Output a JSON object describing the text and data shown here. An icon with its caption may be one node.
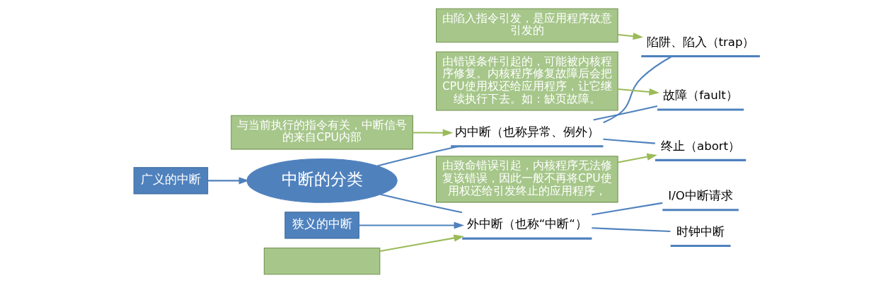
{
  "diagram": {
    "nodes": [
      {
        "text": [
          "中断的分类"
        ]
      },
      {
        "text": [
          "广义的中断"
        ]
      },
      {
        "text": [
          "内中断（也称异常、例外）"
        ]
      },
      {
        "text": [
          "与当前执行的指令有关，中断信号的来自CPU内部"
        ]
      },
      {
        "text": [
          "陷阱、陷入（trap）"
        ]
      },
      {
        "text": [
          "由陷入指令引发，是应用程序故意引发的"
        ]
      },
      {
        "text": [
          "故障（fault）"
        ]
      },
      {
        "text": [
          "由错误条件引起的，可能被内核程序修复。内核程序修复故障后会把CPU使用权还给应用程序，让它继续执行下去。如：缺页故障。"
        ]
      },
      {
        "text": [
          "终止（abort）"
        ]
      },
      {
        "text": [
          "由致命错误引起，内核程序无法修复该错误，因此一般不再将CPU使用权还给引发终止的应用程序，"
        ]
      },
      {
        "text": [
          "外中断（也称“中断“）"
        ]
      },
      {
        "text": [
          "狭义的中断"
        ]
      },
      {
        "text": [
          "时钟中断"
        ]
      },
      {
        "text": [
          "I/O中断请求"
        ]
      },
      {
        "text": [],
        "shape": "box"
      }
    ],
    "edges": [
      {
        "from": 0,
        "to": 2,
        "arrow": "none"
      },
      {
        "from": 0,
        "to": 10,
        "arrow": "none"
      },
      {
        "from": 2,
        "to": 4,
        "arrow": "none"
      },
      {
        "from": 2,
        "to": 6,
        "arrow": "none"
      },
      {
        "from": 2,
        "to": 8,
        "arrow": "none"
      },
      {
        "from": 10,
        "to": 12,
        "arrow": "none"
      },
      {
        "from": 10,
        "to": 13,
        "arrow": "none"
      },
      {
        "from": 1,
        "to": 0,
        "arrow": "to"
      },
      {
        "from": 3,
        "to": 2,
        "arrow": "to",
        "color": "#9bbb59"
      },
      {
        "from": 5,
        "to": 4,
        "arrow": "to",
        "color": "#9bbb59"
      },
      {
        "from": 7,
        "to": 6,
        "arrow": "to",
        "color": "#9bbb59"
      },
      {
        "from": 9,
        "to": 8,
        "arrow": "to",
        "color": "#9bbb59"
      },
      {
        "from": 11,
        "to": 10,
        "arrow": "to"
      },
      {
        "from": 14,
        "to": 10,
        "arrow": "to",
        "color": "#9bbb59"
      }
    ]
  }
}
